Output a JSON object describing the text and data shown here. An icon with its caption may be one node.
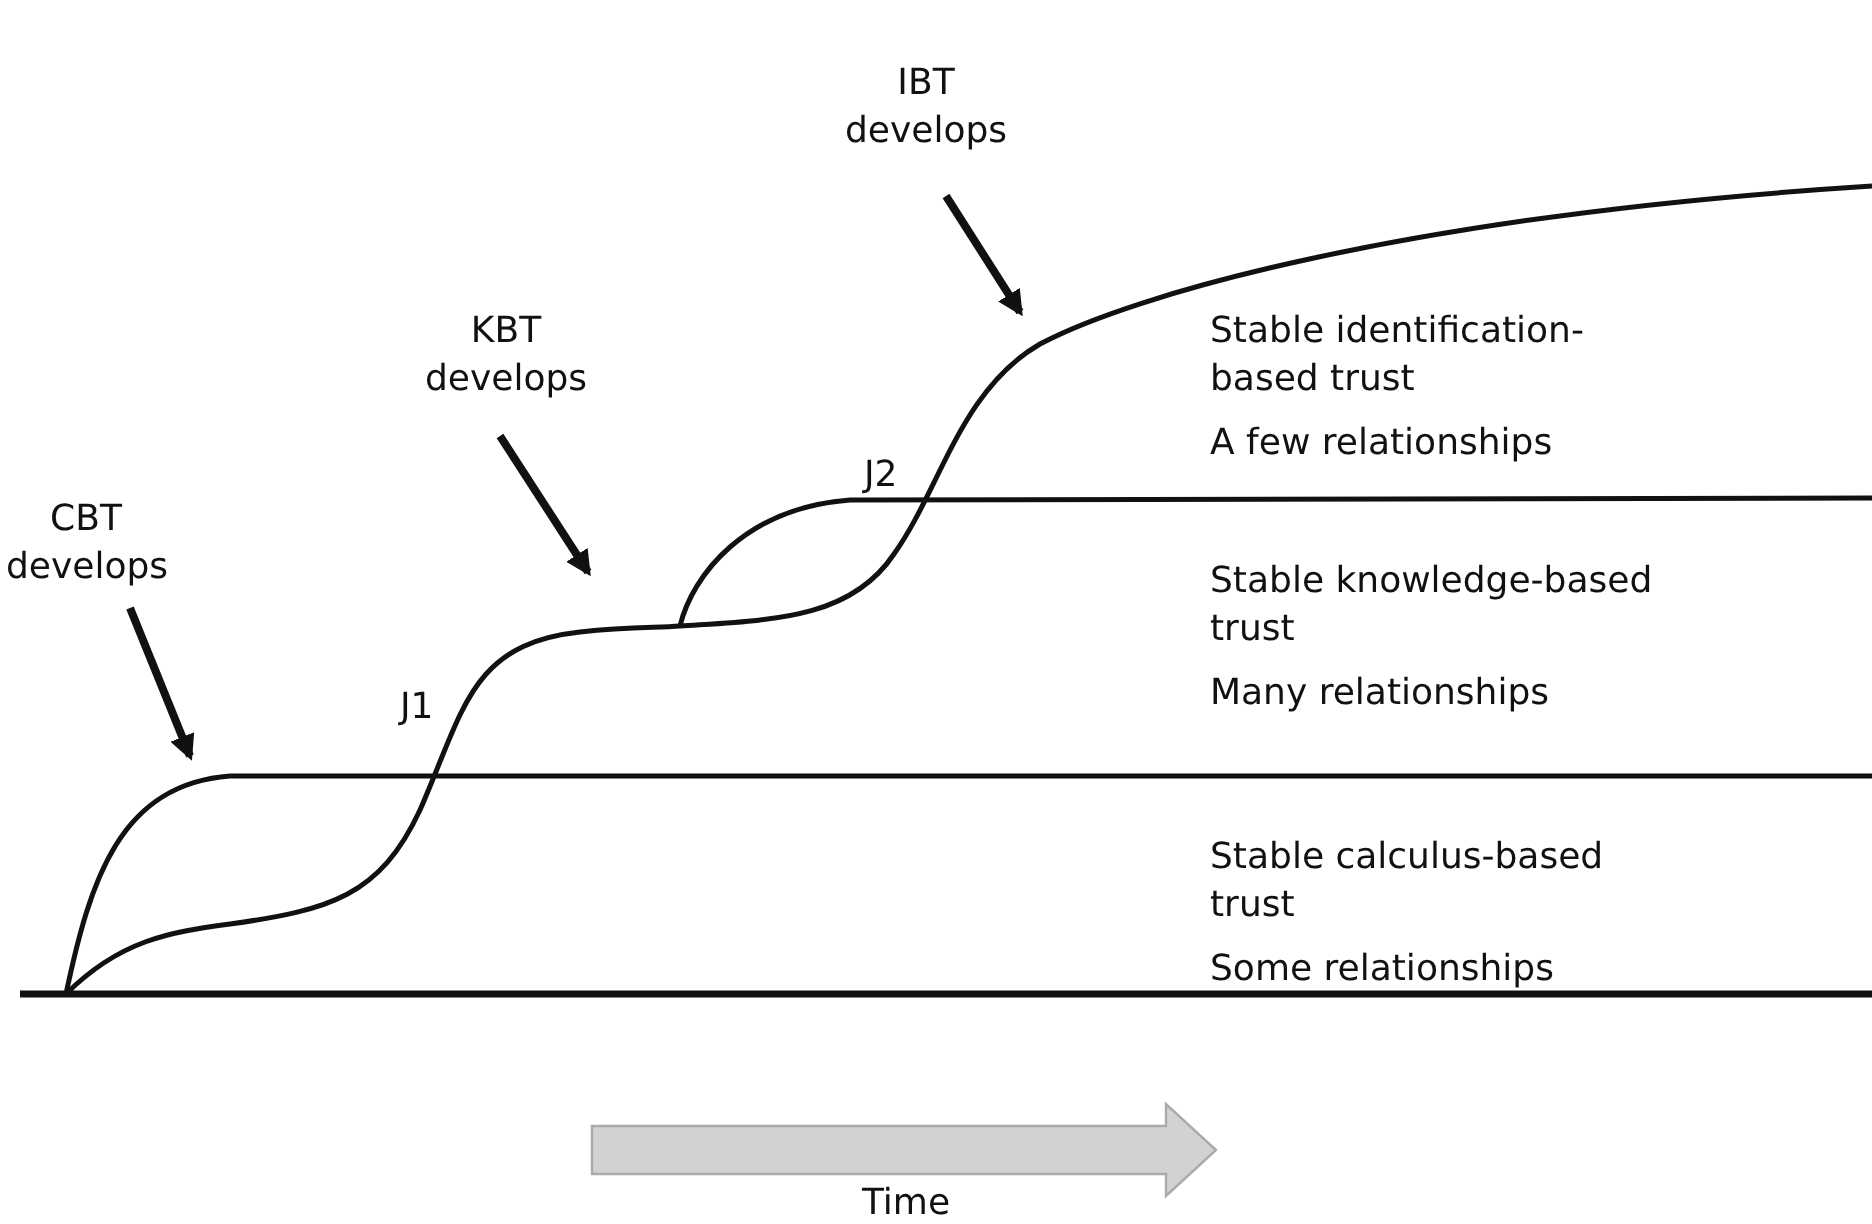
{
  "diagram": {
    "nodes": [
      {
        "text": [
          "CBT develops"
        ]
      },
      {
        "text": [
          "KBT develops"
        ]
      },
      {
        "text": [
          "IBT develops"
        ]
      }
    ],
    "edges": [
      {
        "from": 0,
        "to": null,
        "arrow": "to"
      },
      {
        "from": 1,
        "to": null,
        "arrow": "to"
      },
      {
        "from": 2,
        "to": null,
        "arrow": "to"
      }
    ],
    "labels": [
      "J1",
      "J2",
      "Stable identification-based trust",
      "A few relationships",
      "Stable knowledge-based trust",
      "Many relationships",
      "Stable calculus-based trust",
      "Some relationships",
      "Time"
    ]
  }
}
